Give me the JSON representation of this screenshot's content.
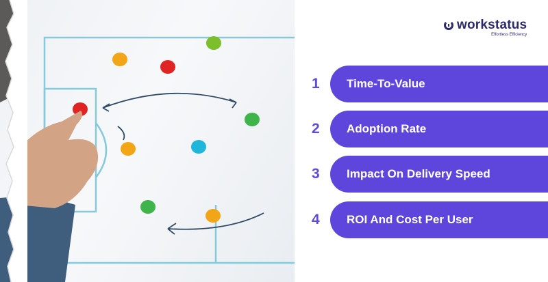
{
  "brand": {
    "name": "workstatus",
    "tagline": "Effortless Efficiency",
    "color": "#2b2a6b"
  },
  "metrics": [
    {
      "number": "1",
      "label": "Time-To-Value"
    },
    {
      "number": "2",
      "label": "Adoption Rate"
    },
    {
      "number": "3",
      "label": "Impact On Delivery Speed"
    },
    {
      "number": "4",
      "label": "ROI And Cost Per User"
    }
  ],
  "colors": {
    "accent": "#5e46dd",
    "number": "#5f4bdb",
    "field_lines": "#7fc6d8"
  }
}
